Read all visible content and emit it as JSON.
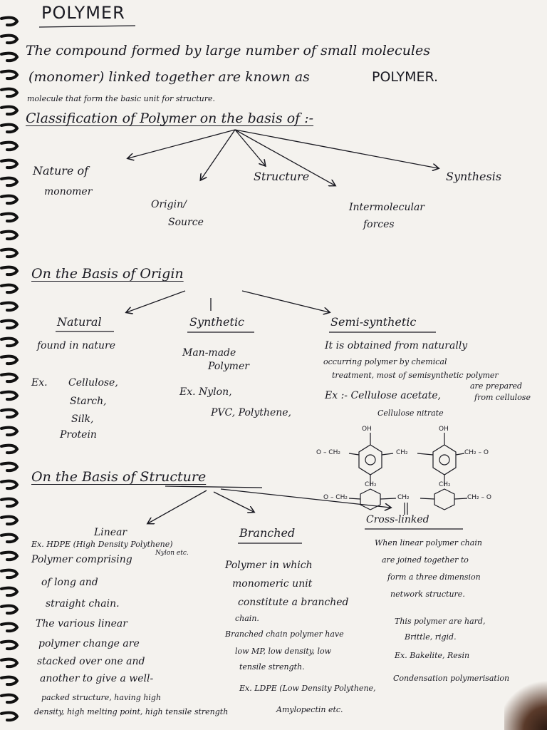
{
  "title": "POLYMER",
  "definition": {
    "line1": "The compound formed by large number of small molecules",
    "line2_a": "(monomer) linked together are known as",
    "line2_b": "POLYMER.",
    "note": "molecule that form the basic unit for structure."
  },
  "classification": {
    "heading": "Classification of Polymer on the basis of :-",
    "branches": {
      "nature_1": "Nature of",
      "nature_2": "monomer",
      "origin_1": "Origin/",
      "origin_2": "Source",
      "structure": "Structure",
      "intermolecular_1": "Intermolecular",
      "intermolecular_2": "forces",
      "synthesis": "Synthesis"
    }
  },
  "origin": {
    "heading": "On the Basis of Origin",
    "natural": {
      "title": "Natural",
      "point": "found in nature",
      "ex_label": "Ex.",
      "examples": [
        "Cellulose,",
        "Starch,",
        "Silk,",
        "Protein"
      ]
    },
    "synthetic": {
      "title": "Synthetic",
      "point_1": "Man-made",
      "point_2": "Polymer",
      "ex_1": "Ex. Nylon,",
      "ex_2": "PVC, Polythene,"
    },
    "semi": {
      "title": "Semi-synthetic",
      "line1": "It is obtained from naturally",
      "line2": "occurring polymer by chemical",
      "line3": "treatment, most of semisynthetic polymer",
      "line4": "are prepared",
      "line5": "from cellulose",
      "ex": "Ex :- Cellulose acetate,",
      "ex2": "Cellulose nitrate"
    }
  },
  "structure_chem": {
    "oh_1": "OH",
    "oh_2": "OH",
    "o_ch2_left": "O – CH₂",
    "ch2_mid": "CH₂",
    "ch2_o_right": "CH₂ – O",
    "ch2_b1": "CH₂",
    "ch2_b2": "CH₂",
    "o_ch2_bottom": "O – CH₂",
    "ch2_bottom_mid": "CH₂",
    "ch2_o_bottom": "CH₂ – O"
  },
  "structure": {
    "heading": "On the Basis of Structure",
    "linear": {
      "title": "Linear",
      "ex": "Ex. HDPE (High Density Polythene)",
      "lines": [
        "Polymer comprising",
        "of long and",
        "straight chain.",
        "The various linear",
        "polymer change are",
        "stacked over one and",
        "another to give a well-",
        "packed structure, having high",
        "density, high melting point, high tensile strength"
      ],
      "nylon_note": "Nylon etc."
    },
    "branched": {
      "title": "Branched",
      "lines": [
        "Polymer in which",
        "monomeric unit",
        "constitute a branched",
        "chain.",
        "Branched chain polymer have",
        "low MP, low density, low",
        "tensile strength.",
        "Ex. LDPE (Low Density Polythene,",
        "Amylopectin etc."
      ]
    },
    "cross": {
      "title": "Cross-linked",
      "lines": [
        "When linear polymer chain",
        "are joined together to",
        "form a three dimension",
        "network structure.",
        "This polymer are hard,",
        "Brittle, rigid.",
        "Ex. Bakelite, Resin",
        "Condensation polymerisation"
      ]
    }
  },
  "colors": {
    "ink": "#1a1a22",
    "paper": "#f4f2ee",
    "spiral": "#111111"
  }
}
